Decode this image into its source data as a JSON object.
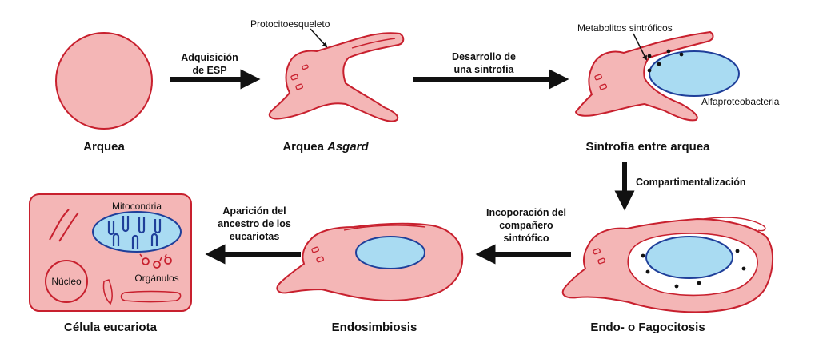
{
  "colors": {
    "cell_fill": "#f4b6b6",
    "cell_stroke": "#c8202e",
    "bacteria_fill": "#a9dbf2",
    "bacteria_stroke": "#1f3f9a",
    "arrow": "#111111"
  },
  "stages": {
    "archaea": "Arquea",
    "asgard_prefix": "Arquea",
    "asgard_italic": "Asgard",
    "syntrophy": "Sintrofía entre arquea",
    "phagocytosis": "Endo- o Fagocitosis",
    "endosymbiosis": "Endosimbiosis",
    "eukaryote": "Célula eucariota"
  },
  "arrows": {
    "a1": [
      "Adquisición",
      "de ESP"
    ],
    "a2": [
      "Desarrollo de",
      "una sintrofia"
    ],
    "a3": [
      "Compartimentalización"
    ],
    "a4": [
      "Incoporación del",
      "compañero",
      "sintrófico"
    ],
    "a5": [
      "Aparición del",
      "ancestro de los",
      "eucariotas"
    ]
  },
  "annotations": {
    "protocytoskeleton": "Protocitoesqueleto",
    "metabolites": "Metabolitos sintróficos",
    "alphaproteobacteria": "Alfaproteobacteria",
    "mitochondria": "Mitocondria",
    "nucleus": "Núcleo",
    "organelles": "Orgánulos"
  }
}
